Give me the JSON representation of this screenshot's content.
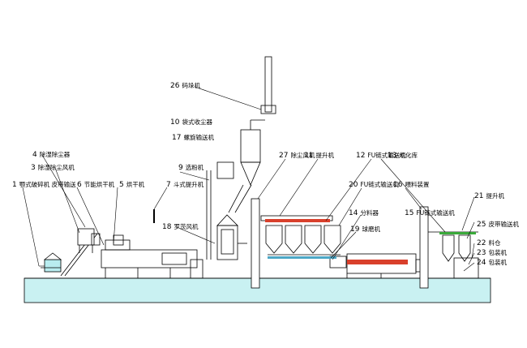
{
  "labels": [
    {
      "id": "1",
      "num": "1",
      "text": "颚式破碎机 皮带输送"
    },
    {
      "id": "3",
      "num": "3",
      "text": "除湿除尘风机"
    },
    {
      "id": "4",
      "num": "4",
      "text": "除湿除尘器"
    },
    {
      "id": "6",
      "num": "6",
      "text": "节能烘干机"
    },
    {
      "id": "5",
      "num": "5",
      "text": "烘干机"
    },
    {
      "id": "7",
      "num": "7",
      "text": "斗式提升机"
    },
    {
      "id": "9",
      "num": "9",
      "text": "选粉机"
    },
    {
      "id": "10",
      "num": "10",
      "text": "袋式收尘器"
    },
    {
      "id": "17",
      "num": "17",
      "text": "螺旋输送机"
    },
    {
      "id": "18",
      "num": "18",
      "text": "罗茨风机"
    },
    {
      "id": "27",
      "num": "27",
      "text": "除尘风机"
    },
    {
      "id": "11",
      "num": "11",
      "text": "提升机"
    },
    {
      "id": "12",
      "num": "12",
      "text": "FU链式输送机"
    },
    {
      "id": "13",
      "num": "13",
      "text": "均化库"
    },
    {
      "id": "20",
      "num": "20",
      "text": "FU链式输送机"
    },
    {
      "id": "14",
      "num": "14",
      "text": "分料器"
    },
    {
      "id": "15",
      "num": "15",
      "text": "FU链式输送机"
    },
    {
      "id": "19",
      "num": "19",
      "text": "球磨机"
    },
    {
      "id": "16",
      "num": "16",
      "text": "喂料装置"
    },
    {
      "id": "21",
      "num": "21",
      "text": "提升机"
    },
    {
      "id": "25",
      "num": "25",
      "text": "皮带输送机"
    },
    {
      "id": "22",
      "num": "22",
      "text": "料仓"
    },
    {
      "id": "23",
      "num": "23",
      "text": "包装机"
    },
    {
      "id": "24",
      "num": "24",
      "text": "包装机"
    },
    {
      "id": "26",
      "num": "26",
      "text": "码垛机"
    }
  ]
}
